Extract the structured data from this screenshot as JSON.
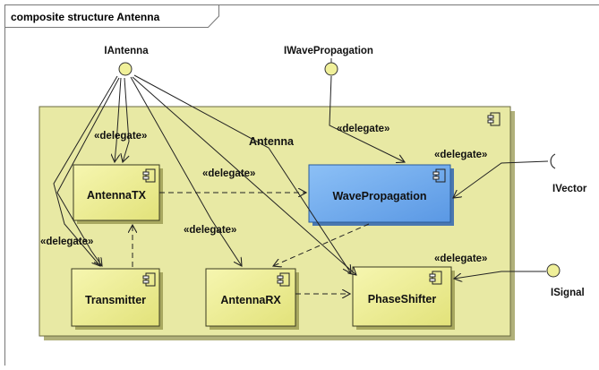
{
  "frame": {
    "title": "composite structure Antenna"
  },
  "container": {
    "name": "Antenna"
  },
  "interfaces": {
    "iantenna": "IAntenna",
    "iwavepropagation": "IWavePropagation",
    "ivector": "IVector",
    "isignal": "ISignal"
  },
  "components": {
    "antenna_tx": "AntennaTX",
    "wave_propagation": "WavePropagation",
    "transmitter": "Transmitter",
    "antenna_rx": "AntennaRX",
    "phase_shifter": "PhaseShifter"
  },
  "stereotype": "«delegate»",
  "colors": {
    "component_fill": "#f0f09a",
    "component_shadow": "#b8b86a",
    "container_fill": "#e9eaa6",
    "highlight_fill": "#6aa8ee",
    "highlight_border": "#3a6fb0",
    "line": "#333333"
  }
}
